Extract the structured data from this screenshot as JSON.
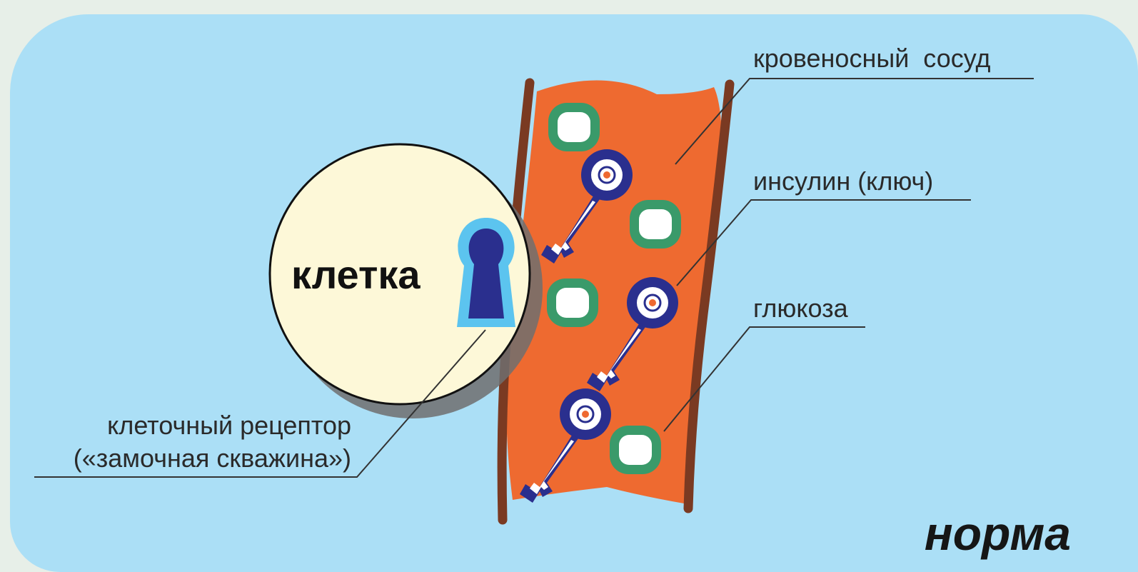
{
  "labels": {
    "vessel": "кровеносный  сосуд",
    "insulin": "инсулин (ключ)",
    "glucose": "глюкоза",
    "receptor_line1": "клеточный рецептор",
    "receptor_line2": "(«замочная скважина»)",
    "cell": "клетка",
    "state": "норма"
  },
  "colors": {
    "background": "#abdff6",
    "vessel_fill": "#ee6a30",
    "vessel_wall": "#7a3a22",
    "cell_fill": "#fdf8d8",
    "key": "#2a2f8e",
    "glucose_ring": "#3a9a6a",
    "receptor_glow": "#5cc4ef"
  },
  "icons": [
    "keyhole-icon",
    "key-icon",
    "glucose-molecule-icon"
  ]
}
